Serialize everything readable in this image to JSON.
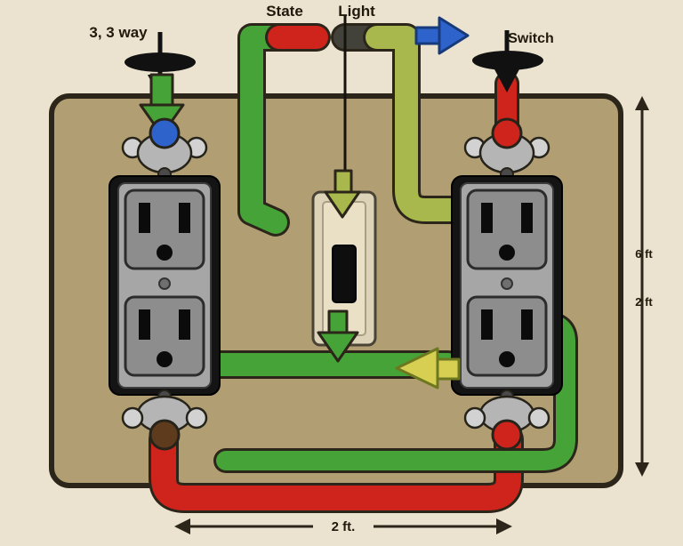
{
  "labels": {
    "top_left": "3, 3 way",
    "state": "State",
    "light": "Light",
    "switch": "Switch",
    "dim_right_upper": "6 ft",
    "dim_right_lower": "2 ft",
    "dim_bottom": "2 ft."
  },
  "colors": {
    "background": "#ebe3cf",
    "panel": "#b29e73",
    "outline": "#2b2619",
    "ink": "#20190c",
    "wire_green": "#45a338",
    "wire_olive": "#a9b84c",
    "arrow_yellow": "#d6cf52",
    "wire_red": "#cf241c",
    "wire_dark": "#42423a",
    "accent_blue": "#2f63cc",
    "accent_brown": "#5f3b1d"
  }
}
